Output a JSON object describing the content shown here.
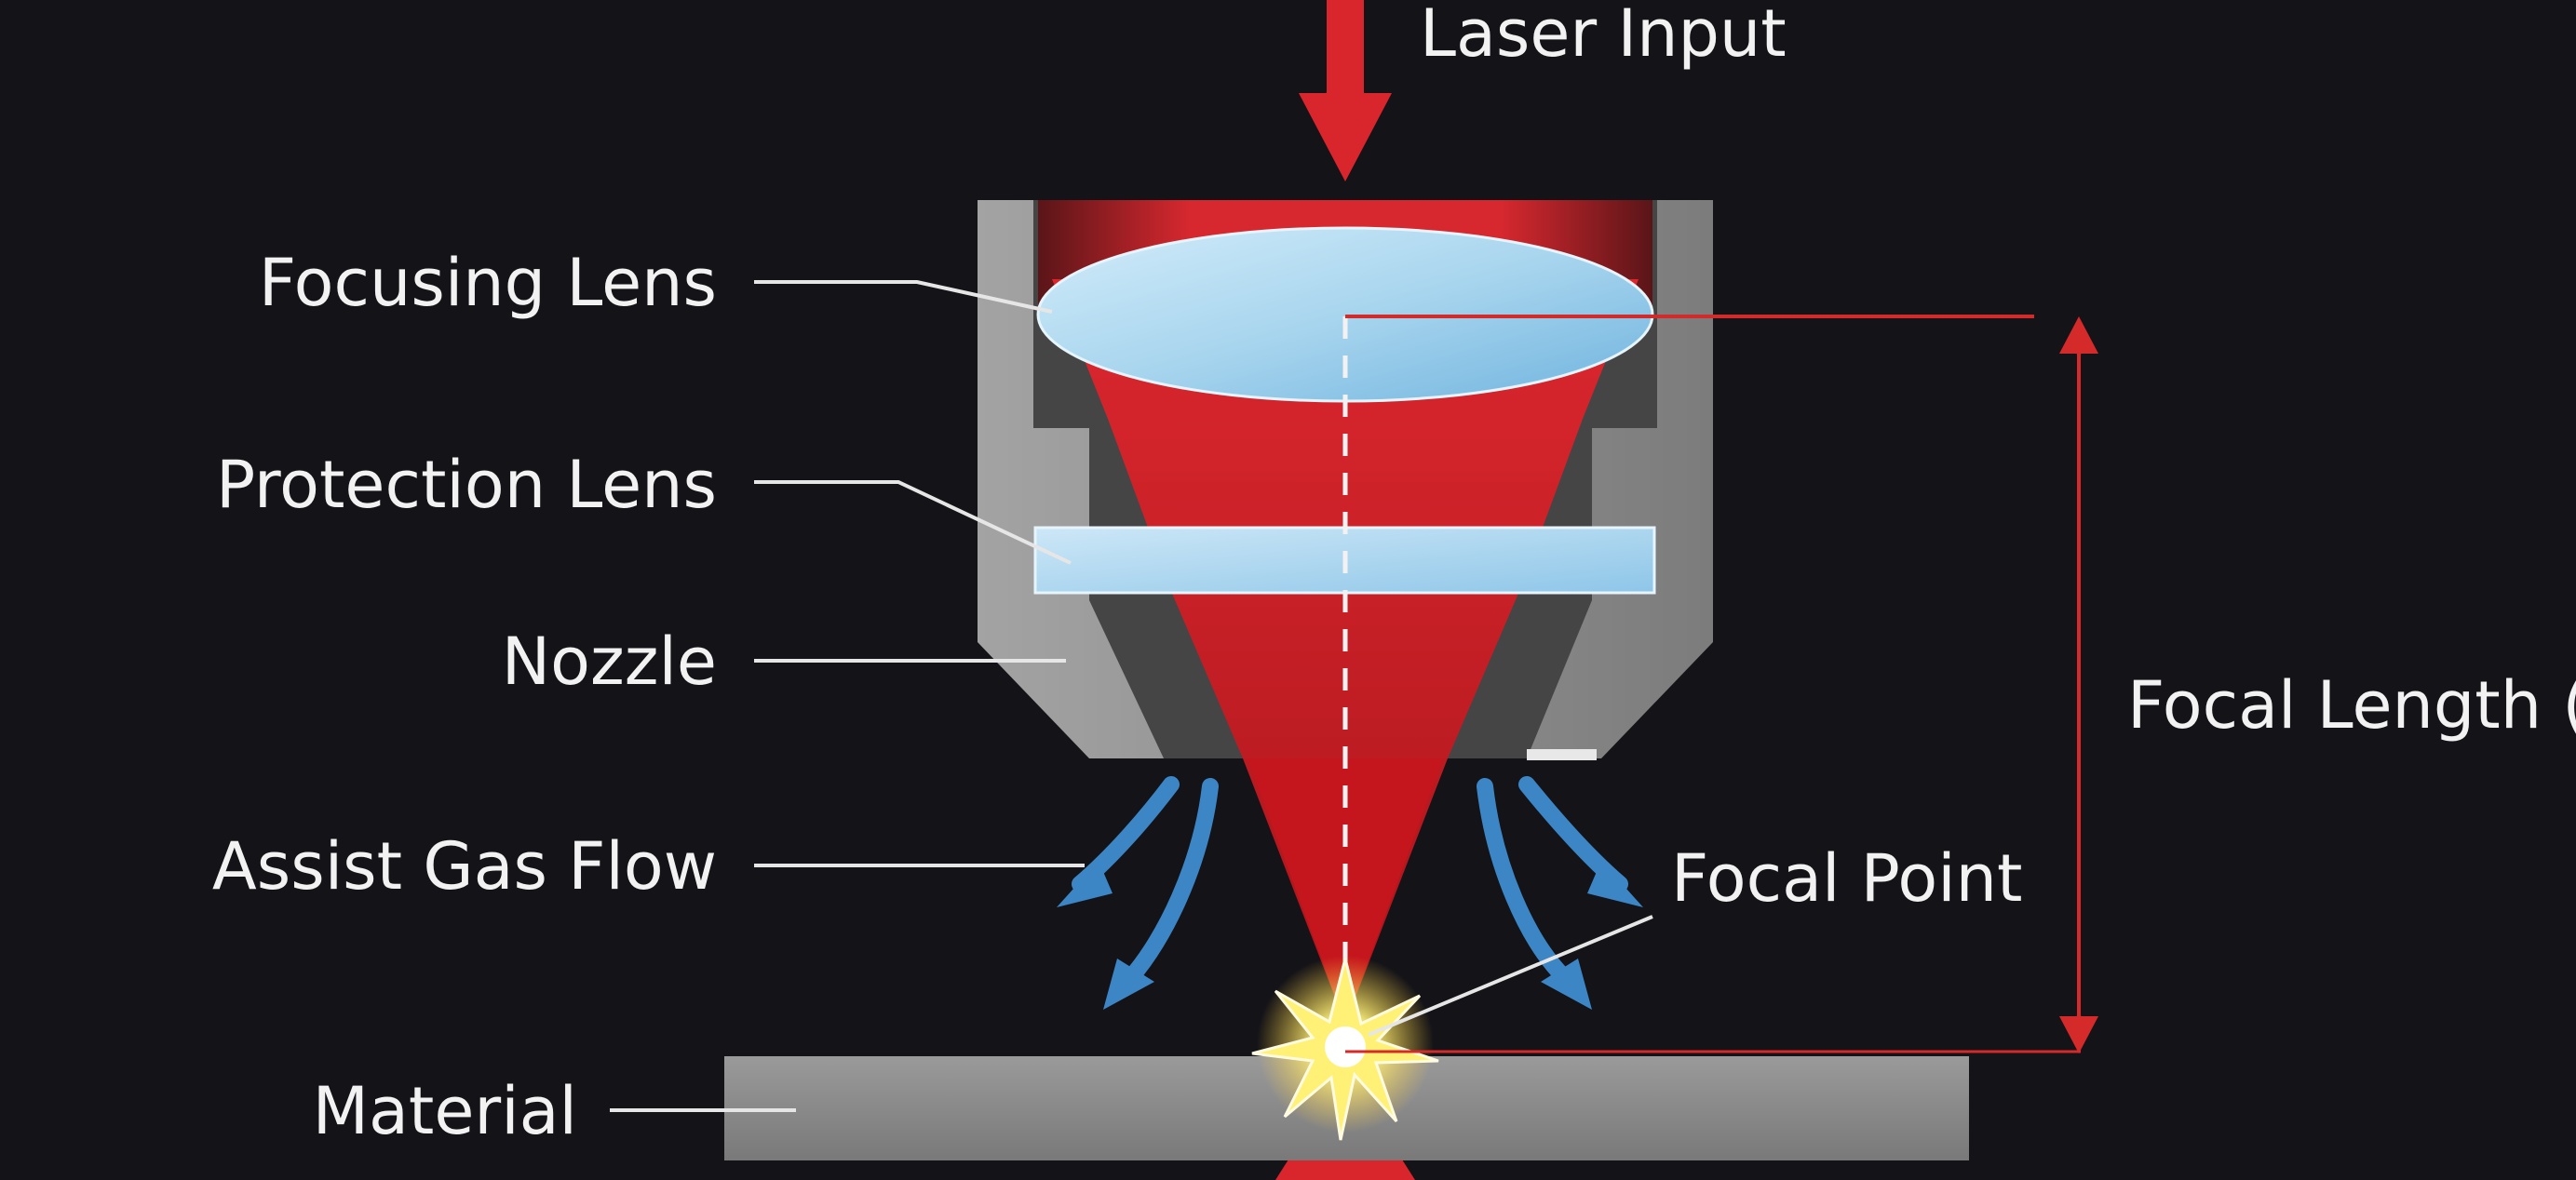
{
  "diagram": {
    "labels": {
      "laser_input": "Laser Input",
      "focusing_lens": "Focusing Lens",
      "protection_lens": "Protection Lens",
      "nozzle": "Nozzle",
      "assist_gas_flow": "Assist Gas Flow",
      "material": "Material",
      "focal_point": "Focal Point",
      "focal_length": "Focal Length (f)"
    },
    "colors": {
      "background": "#141318",
      "laser": "#d6262c",
      "lens": "#a6d4ee",
      "nozzle_body": "#8f8f8f",
      "material": "#8a8a8a",
      "gas_arrows": "#3d86c6",
      "spark": "#fff176",
      "leader_lines": "#e6e6e6"
    },
    "icons": {
      "laser_input": "arrow-down-icon",
      "assist_gas_flow": "curved-arrow-icon",
      "focal_point": "starburst-icon"
    }
  }
}
